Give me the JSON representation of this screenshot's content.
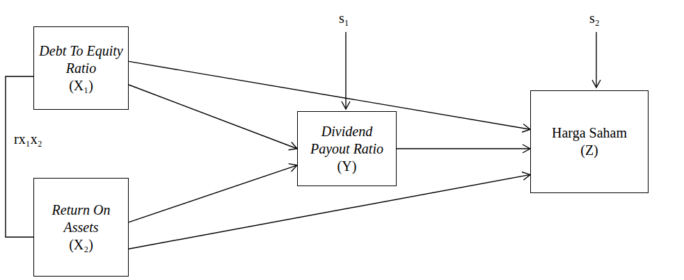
{
  "diagram": {
    "nodes": [
      {
        "text": [
          "Debt To Equity Ratio",
          "(X₁)"
        ]
      },
      {
        "text": [
          "Return On Assets",
          "(X₂)"
        ]
      },
      {
        "text": [
          "Dividend Payout Ratio",
          "(Y)"
        ]
      },
      {
        "text": [
          "Harga Saham",
          "(Z)"
        ]
      }
    ],
    "edges": [
      {
        "from": 0,
        "to": 2,
        "arrow": "to"
      },
      {
        "from": 0,
        "to": 3,
        "arrow": "to"
      },
      {
        "from": 1,
        "to": 2,
        "arrow": "to"
      },
      {
        "from": 1,
        "to": 3,
        "arrow": "to"
      },
      {
        "from": 2,
        "to": 3,
        "arrow": "to"
      },
      {
        "from": 0,
        "to": 1,
        "arrow": "none",
        "label": "rx₁x₂"
      }
    ],
    "labels": [
      "s₁",
      "s₂"
    ]
  }
}
